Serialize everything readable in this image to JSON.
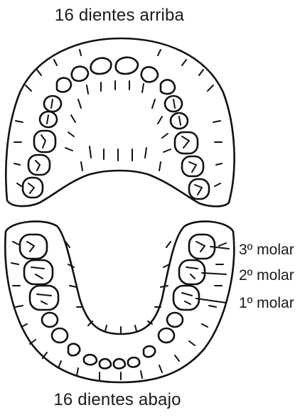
{
  "upper_title": "16 dientes arriba",
  "lower_title": "16 dientes abajo",
  "labels": {
    "third_molar": "3º molar",
    "second_molar": "2º molar",
    "first_molar": "1º molar"
  }
}
